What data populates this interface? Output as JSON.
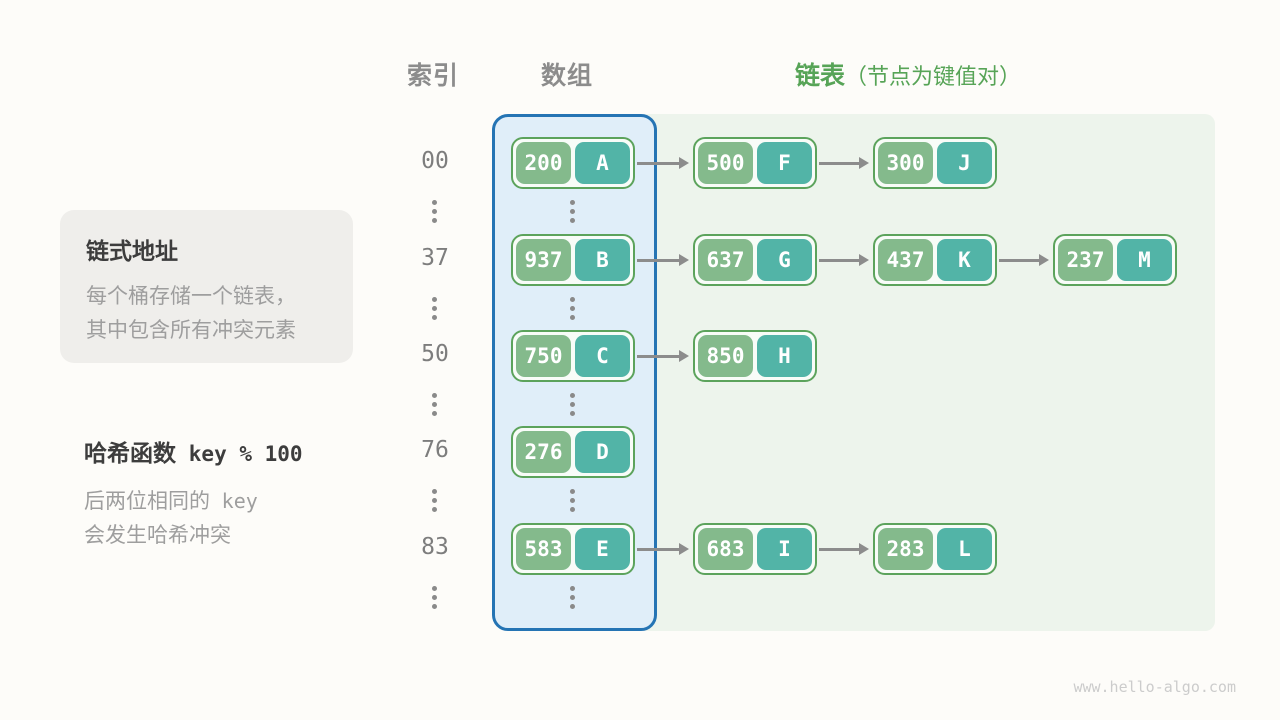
{
  "header": {
    "index_label": "索引",
    "array_label": "数组",
    "list_label": "链表",
    "list_note": "（节点为键值对）"
  },
  "notes": {
    "box": {
      "title": "链式地址",
      "line1": "每个桶存储一个链表，",
      "line2": "其中包含所有冲突元素"
    },
    "hash": {
      "title_cn": "哈希函数",
      "title_code": "key % 100",
      "line1_prefix": "后两位相同的",
      "line1_code": "key",
      "line2": "会发生哈希冲突"
    }
  },
  "watermark": "www.hello-algo.com",
  "colors": {
    "accent_green_text": "#57a457",
    "header_gray": "#8c8c8c",
    "node_border": "#5ca35c",
    "node_key_bg": "#84ba8c",
    "node_val_bg": "#52b4a7",
    "array_border": "#2574b4",
    "array_fill": "#e0eef9",
    "chain_fill": "#edf4ec",
    "arrow_gray": "#8c8c8c"
  },
  "table": {
    "rows": [
      {
        "index": "00",
        "chain": [
          {
            "key": "200",
            "val": "A"
          },
          {
            "key": "500",
            "val": "F"
          },
          {
            "key": "300",
            "val": "J"
          }
        ]
      },
      {
        "index": "37",
        "chain": [
          {
            "key": "937",
            "val": "B"
          },
          {
            "key": "637",
            "val": "G"
          },
          {
            "key": "437",
            "val": "K"
          },
          {
            "key": "237",
            "val": "M"
          }
        ]
      },
      {
        "index": "50",
        "chain": [
          {
            "key": "750",
            "val": "C"
          },
          {
            "key": "850",
            "val": "H"
          }
        ]
      },
      {
        "index": "76",
        "chain": [
          {
            "key": "276",
            "val": "D"
          }
        ]
      },
      {
        "index": "83",
        "chain": [
          {
            "key": "583",
            "val": "E"
          },
          {
            "key": "683",
            "val": "I"
          },
          {
            "key": "283",
            "val": "L"
          }
        ]
      }
    ]
  }
}
